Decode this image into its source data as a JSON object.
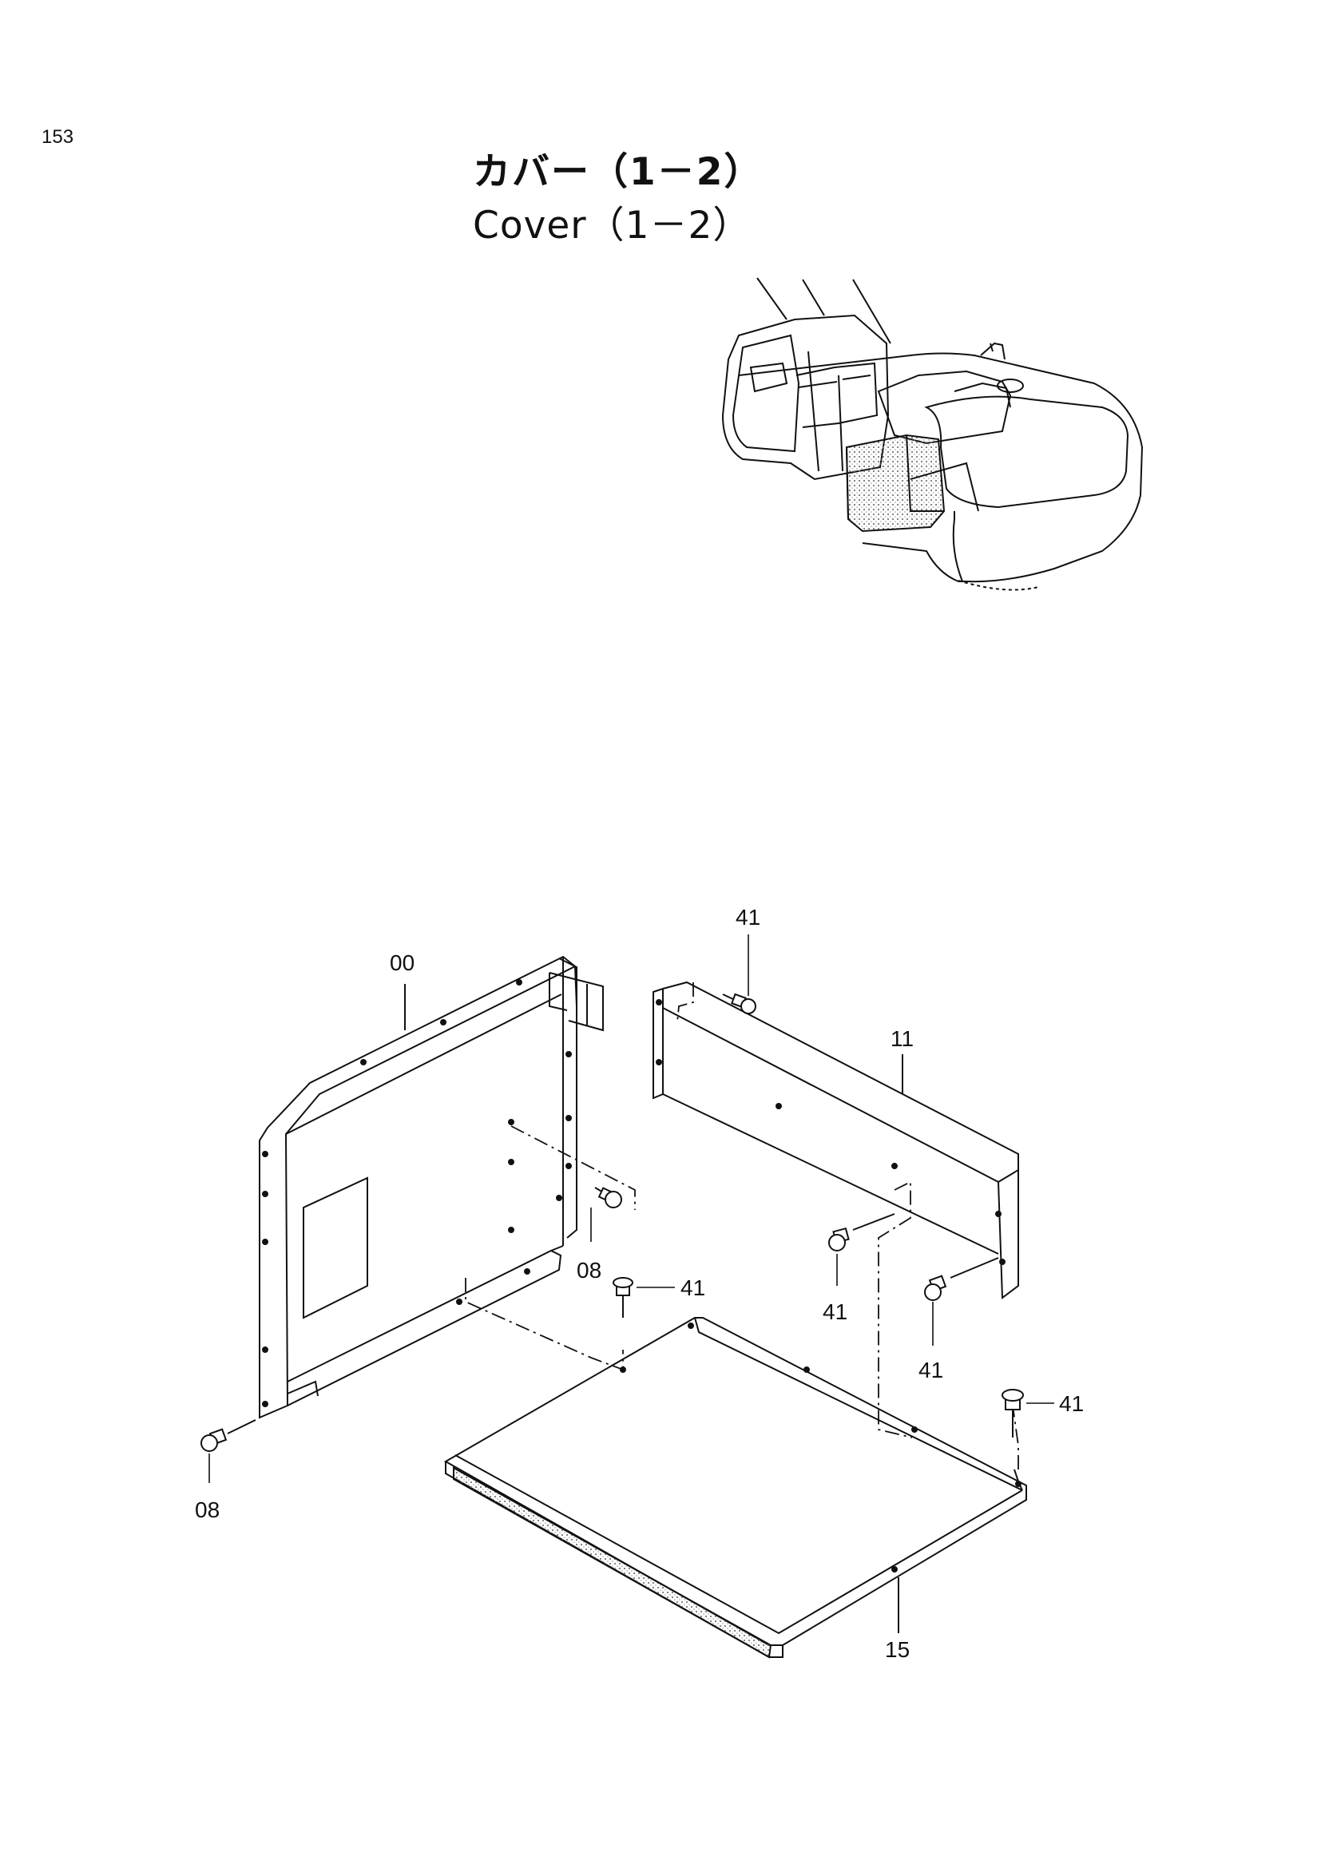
{
  "page": {
    "number": "153"
  },
  "title": {
    "japanese": "カバー（1－2）",
    "english": "Cover（1－2）"
  },
  "callouts": {
    "c00": "00",
    "c11": "11",
    "c15": "15",
    "c08a": "08",
    "c08b": "08",
    "c41a": "41",
    "c41b": "41",
    "c41c": "41",
    "c41d": "41",
    "c41e": "41"
  },
  "colors": {
    "line": "#111111",
    "shade": "#bdbdbd"
  }
}
